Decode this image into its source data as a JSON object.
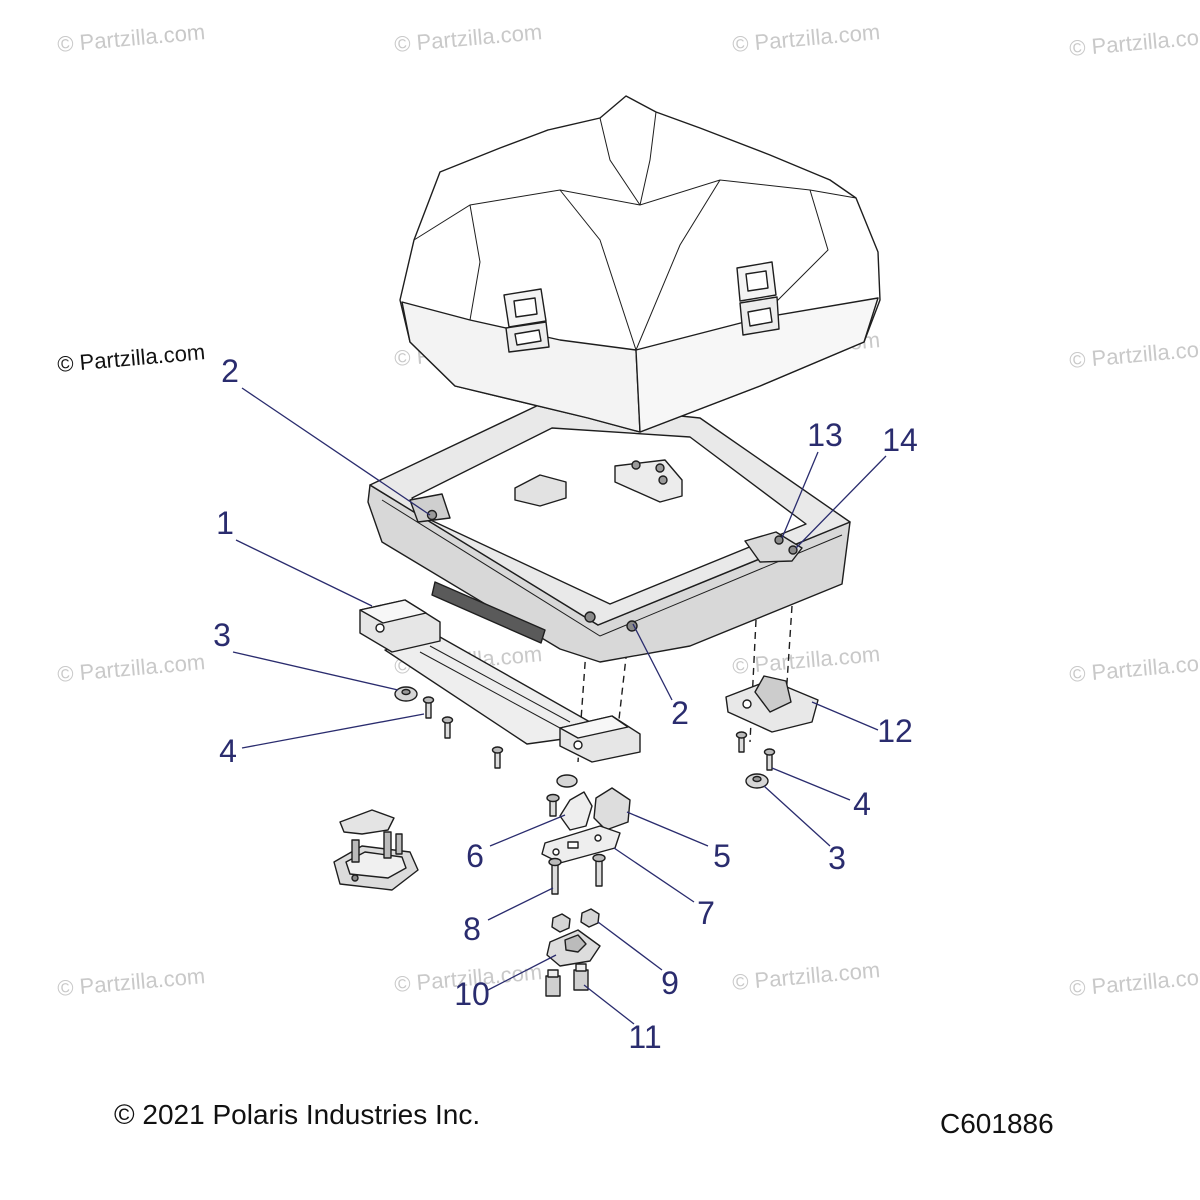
{
  "watermark": {
    "text": "© Partzilla.com"
  },
  "attribution": {
    "text": "© Partzilla.com"
  },
  "callouts": [
    "2",
    "13",
    "14",
    "1",
    "3",
    "2",
    "12",
    "4",
    "4",
    "6",
    "5",
    "3",
    "7",
    "8",
    "9",
    "10",
    "11"
  ],
  "footer": {
    "copyright": "© 2021 Polaris Industries Inc.",
    "diagram_id": "C601886"
  },
  "colors": {
    "callout": "#2a2c6e",
    "watermark": "#c9c9c9"
  }
}
